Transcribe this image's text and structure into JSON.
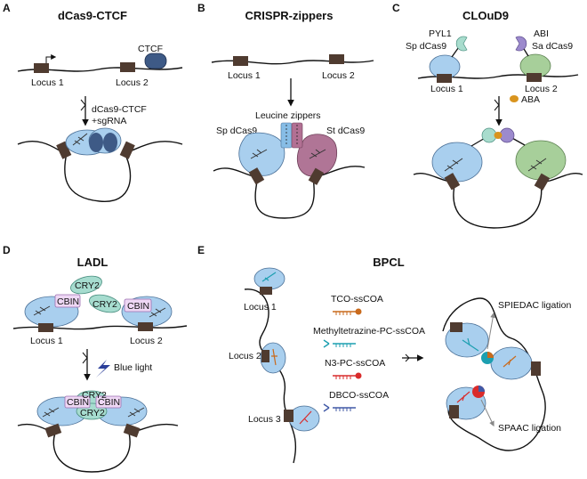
{
  "panels": {
    "A": {
      "letter": "A",
      "title": "dCas9-CTCF",
      "ctcf": "CTCF",
      "locus1": "Locus 1",
      "locus2": "Locus 2",
      "step1": "dCas9-CTCF",
      "step2": "+sgRNA"
    },
    "B": {
      "letter": "B",
      "title": "CRISPR-zippers",
      "locus1": "Locus 1",
      "locus2": "Locus 2",
      "zippers": "Leucine zippers",
      "sp": "Sp dCas9",
      "st": "St dCas9"
    },
    "C": {
      "letter": "C",
      "title": "CLOuD9",
      "pyl1": "PYL1",
      "abi": "ABI",
      "sp": "Sp dCas9",
      "sa": "Sa dCas9",
      "locus1": "Locus 1",
      "locus2": "Locus 2",
      "aba": "ABA"
    },
    "D": {
      "letter": "D",
      "title": "LADL",
      "cry2": "CRY2",
      "cbin": "CBIN",
      "locus1": "Locus 1",
      "locus2": "Locus 2",
      "light": "Blue light"
    },
    "E": {
      "letter": "E",
      "title": "BPCL",
      "locus1": "Locus 1",
      "locus2": "Locus 2",
      "locus3": "Locus 3",
      "reagents": [
        "TCO-ssCOA",
        "Methyltetrazine-PC-ssCOA",
        "N3-PC-ssCOA",
        "DBCO-ssCOA"
      ],
      "spiedac": "SPIEDAC ligation",
      "spaac": "SPAAC ligation"
    }
  },
  "colors": {
    "dcas9": "#a9cfee",
    "dcas9_stroke": "#4a6f96",
    "ctcf": "#3e5a86",
    "zipper_left": "#87bde6",
    "zipper_right": "#b27093",
    "st_dcas9": "#b07596",
    "sa_dcas9": "#a7cf9a",
    "abi": "#9c8acd",
    "pyl1": "#a8dccd",
    "cry2": "#a6dccf",
    "cbin": "#eed7f4",
    "locus": "#4f3b30",
    "tco": "#c96a1c",
    "methyltetrazine": "#1c9fb0",
    "n3": "#d92b2b",
    "dbco": "#4059a6",
    "aba": "#d9941e"
  }
}
